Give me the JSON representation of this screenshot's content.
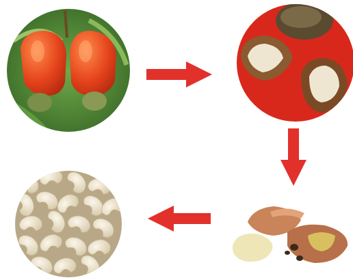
{
  "diagram": {
    "stages": [
      {
        "name": "cashew-apple-fruit-image"
      },
      {
        "name": "raw-cashew-shells-image"
      },
      {
        "name": "cracked-cashew-pieces-image"
      },
      {
        "name": "cashew-kernels-image"
      }
    ],
    "arrows": [
      {
        "from": "fruit",
        "to": "shells",
        "direction": "right"
      },
      {
        "from": "shells",
        "to": "cracked",
        "direction": "down"
      },
      {
        "from": "cracked",
        "to": "kernels",
        "direction": "left"
      }
    ],
    "colors": {
      "arrow": "#e2312b",
      "fruit_red": "#e5441c",
      "leaf_green": "#3f7d2a",
      "shell_bg": "#d8281c",
      "shell_brown": "#7a5a3a",
      "kernel_cream": "#efe6d2"
    }
  }
}
